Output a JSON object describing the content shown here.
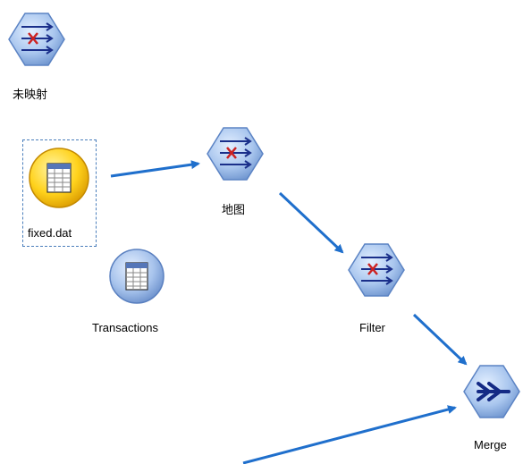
{
  "canvas": {
    "background": "#ffffff",
    "link_color": "#1f6fcc",
    "nodes": [
      {
        "id": "unmapped",
        "label": "未映射",
        "kind": "filter-hex",
        "icon": "filter-icon"
      },
      {
        "id": "fixed",
        "label": "fixed.dat",
        "kind": "source-circle-yellow",
        "icon": "table-icon",
        "selected": true
      },
      {
        "id": "map",
        "label": "地图",
        "kind": "filter-hex",
        "icon": "filter-icon"
      },
      {
        "id": "transactions",
        "label": "Transactions",
        "kind": "source-circle-blue",
        "icon": "table-icon"
      },
      {
        "id": "filter",
        "label": "Filter",
        "kind": "filter-hex",
        "icon": "filter-icon"
      },
      {
        "id": "merge",
        "label": "Merge",
        "kind": "merge-hex",
        "icon": "merge-icon"
      }
    ],
    "links": [
      {
        "from": "fixed",
        "to": "map"
      },
      {
        "from": "map",
        "to": "filter"
      },
      {
        "from": "filter",
        "to": "merge"
      },
      {
        "from": "offscreen",
        "to": "merge"
      }
    ]
  }
}
